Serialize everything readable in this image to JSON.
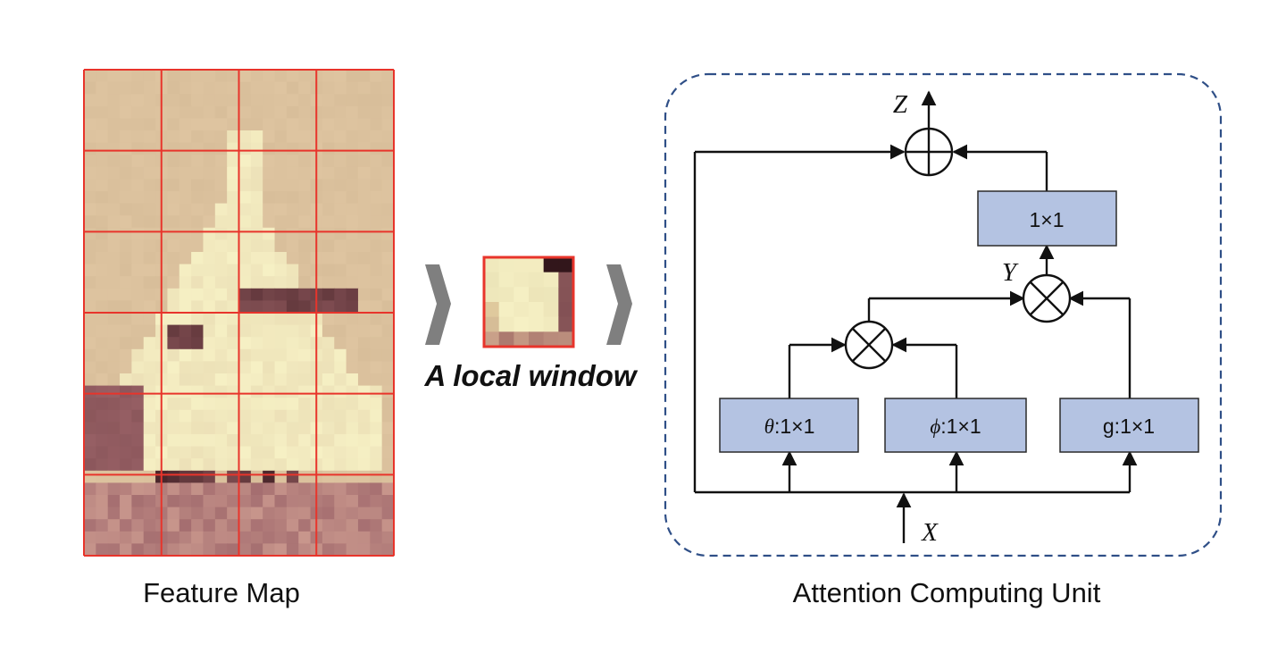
{
  "feature_map": {
    "caption": "Feature Map",
    "grid_cols": 4,
    "grid_rows": 6,
    "grid_color": "#e8342b"
  },
  "local_window": {
    "caption": "A local window",
    "border_color": "#e8342b"
  },
  "arrows": {
    "color": "#7f7f7f"
  },
  "attention_unit": {
    "caption": "Attention Computing Unit",
    "border_color": "#2f4f87",
    "box_fill": "#b4c3e2",
    "symbols": {
      "output": "Z",
      "intermediate": "Y",
      "input": "X"
    },
    "boxes": {
      "top": "1×1",
      "theta_symbol": "θ",
      "theta_suffix": ":1×1",
      "phi_symbol": "ϕ",
      "phi_suffix": ":1×1",
      "g": "g:1×1"
    }
  }
}
